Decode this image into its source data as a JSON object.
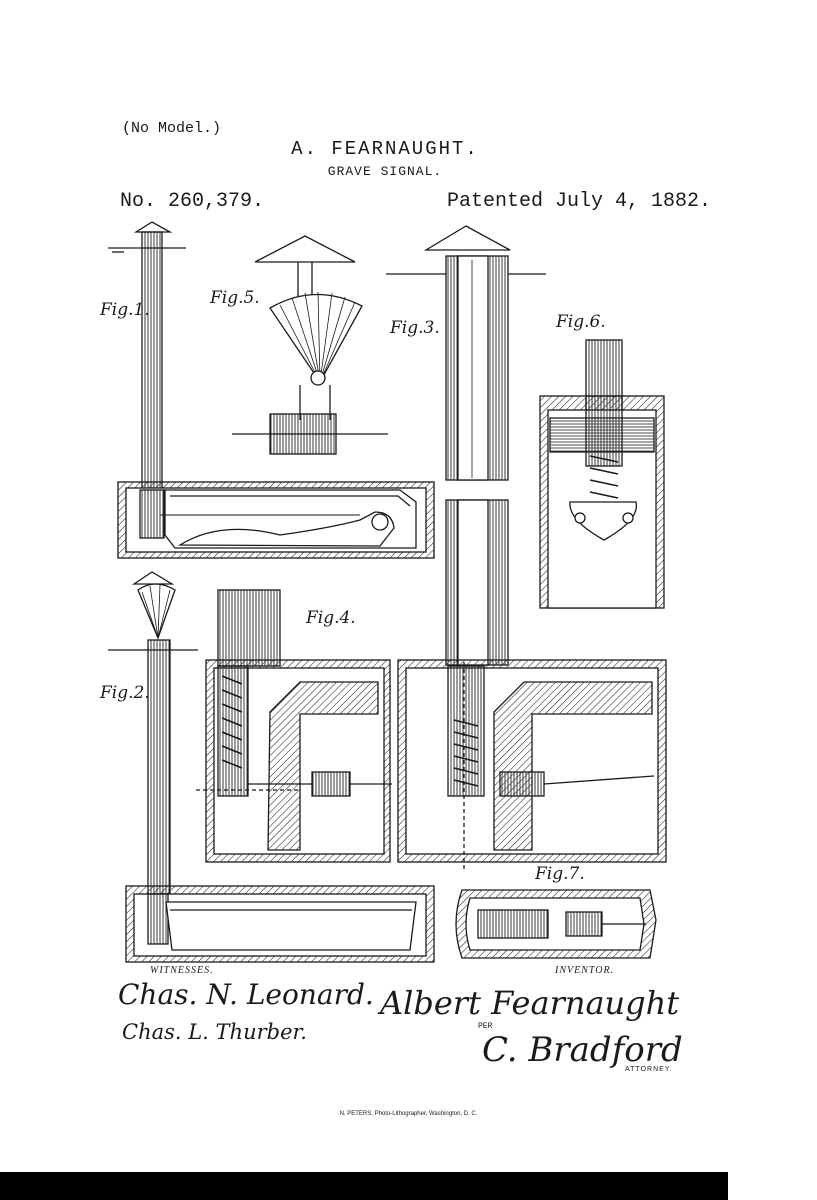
{
  "header": {
    "no_model": "(No Model.)",
    "inventor": "A. FEARNAUGHT.",
    "subtitle": "GRAVE SIGNAL.",
    "patent_number": "No. 260,379.",
    "patent_date": "Patented July 4, 1882."
  },
  "figures": {
    "fig1": "Fig.1.",
    "fig2": "Fig.2.",
    "fig3": "Fig.3.",
    "fig4": "Fig.4.",
    "fig5": "Fig.5.",
    "fig6": "Fig.6.",
    "fig7": "Fig.7."
  },
  "signatures": {
    "witnesses_label": "WITNESSES.",
    "inventor_label": "INVENTOR.",
    "witness1": "Chas. N. Leonard.",
    "witness2": "Chas. L. Thurber.",
    "inventor_signature": "Albert Fearnaught",
    "per": "PER",
    "attorney_signature": "C. Bradford",
    "attorney_label": "ATTORNEY."
  },
  "footer": {
    "lithographer": "N. PETERS, Photo-Lithographer, Washington, D. C."
  }
}
